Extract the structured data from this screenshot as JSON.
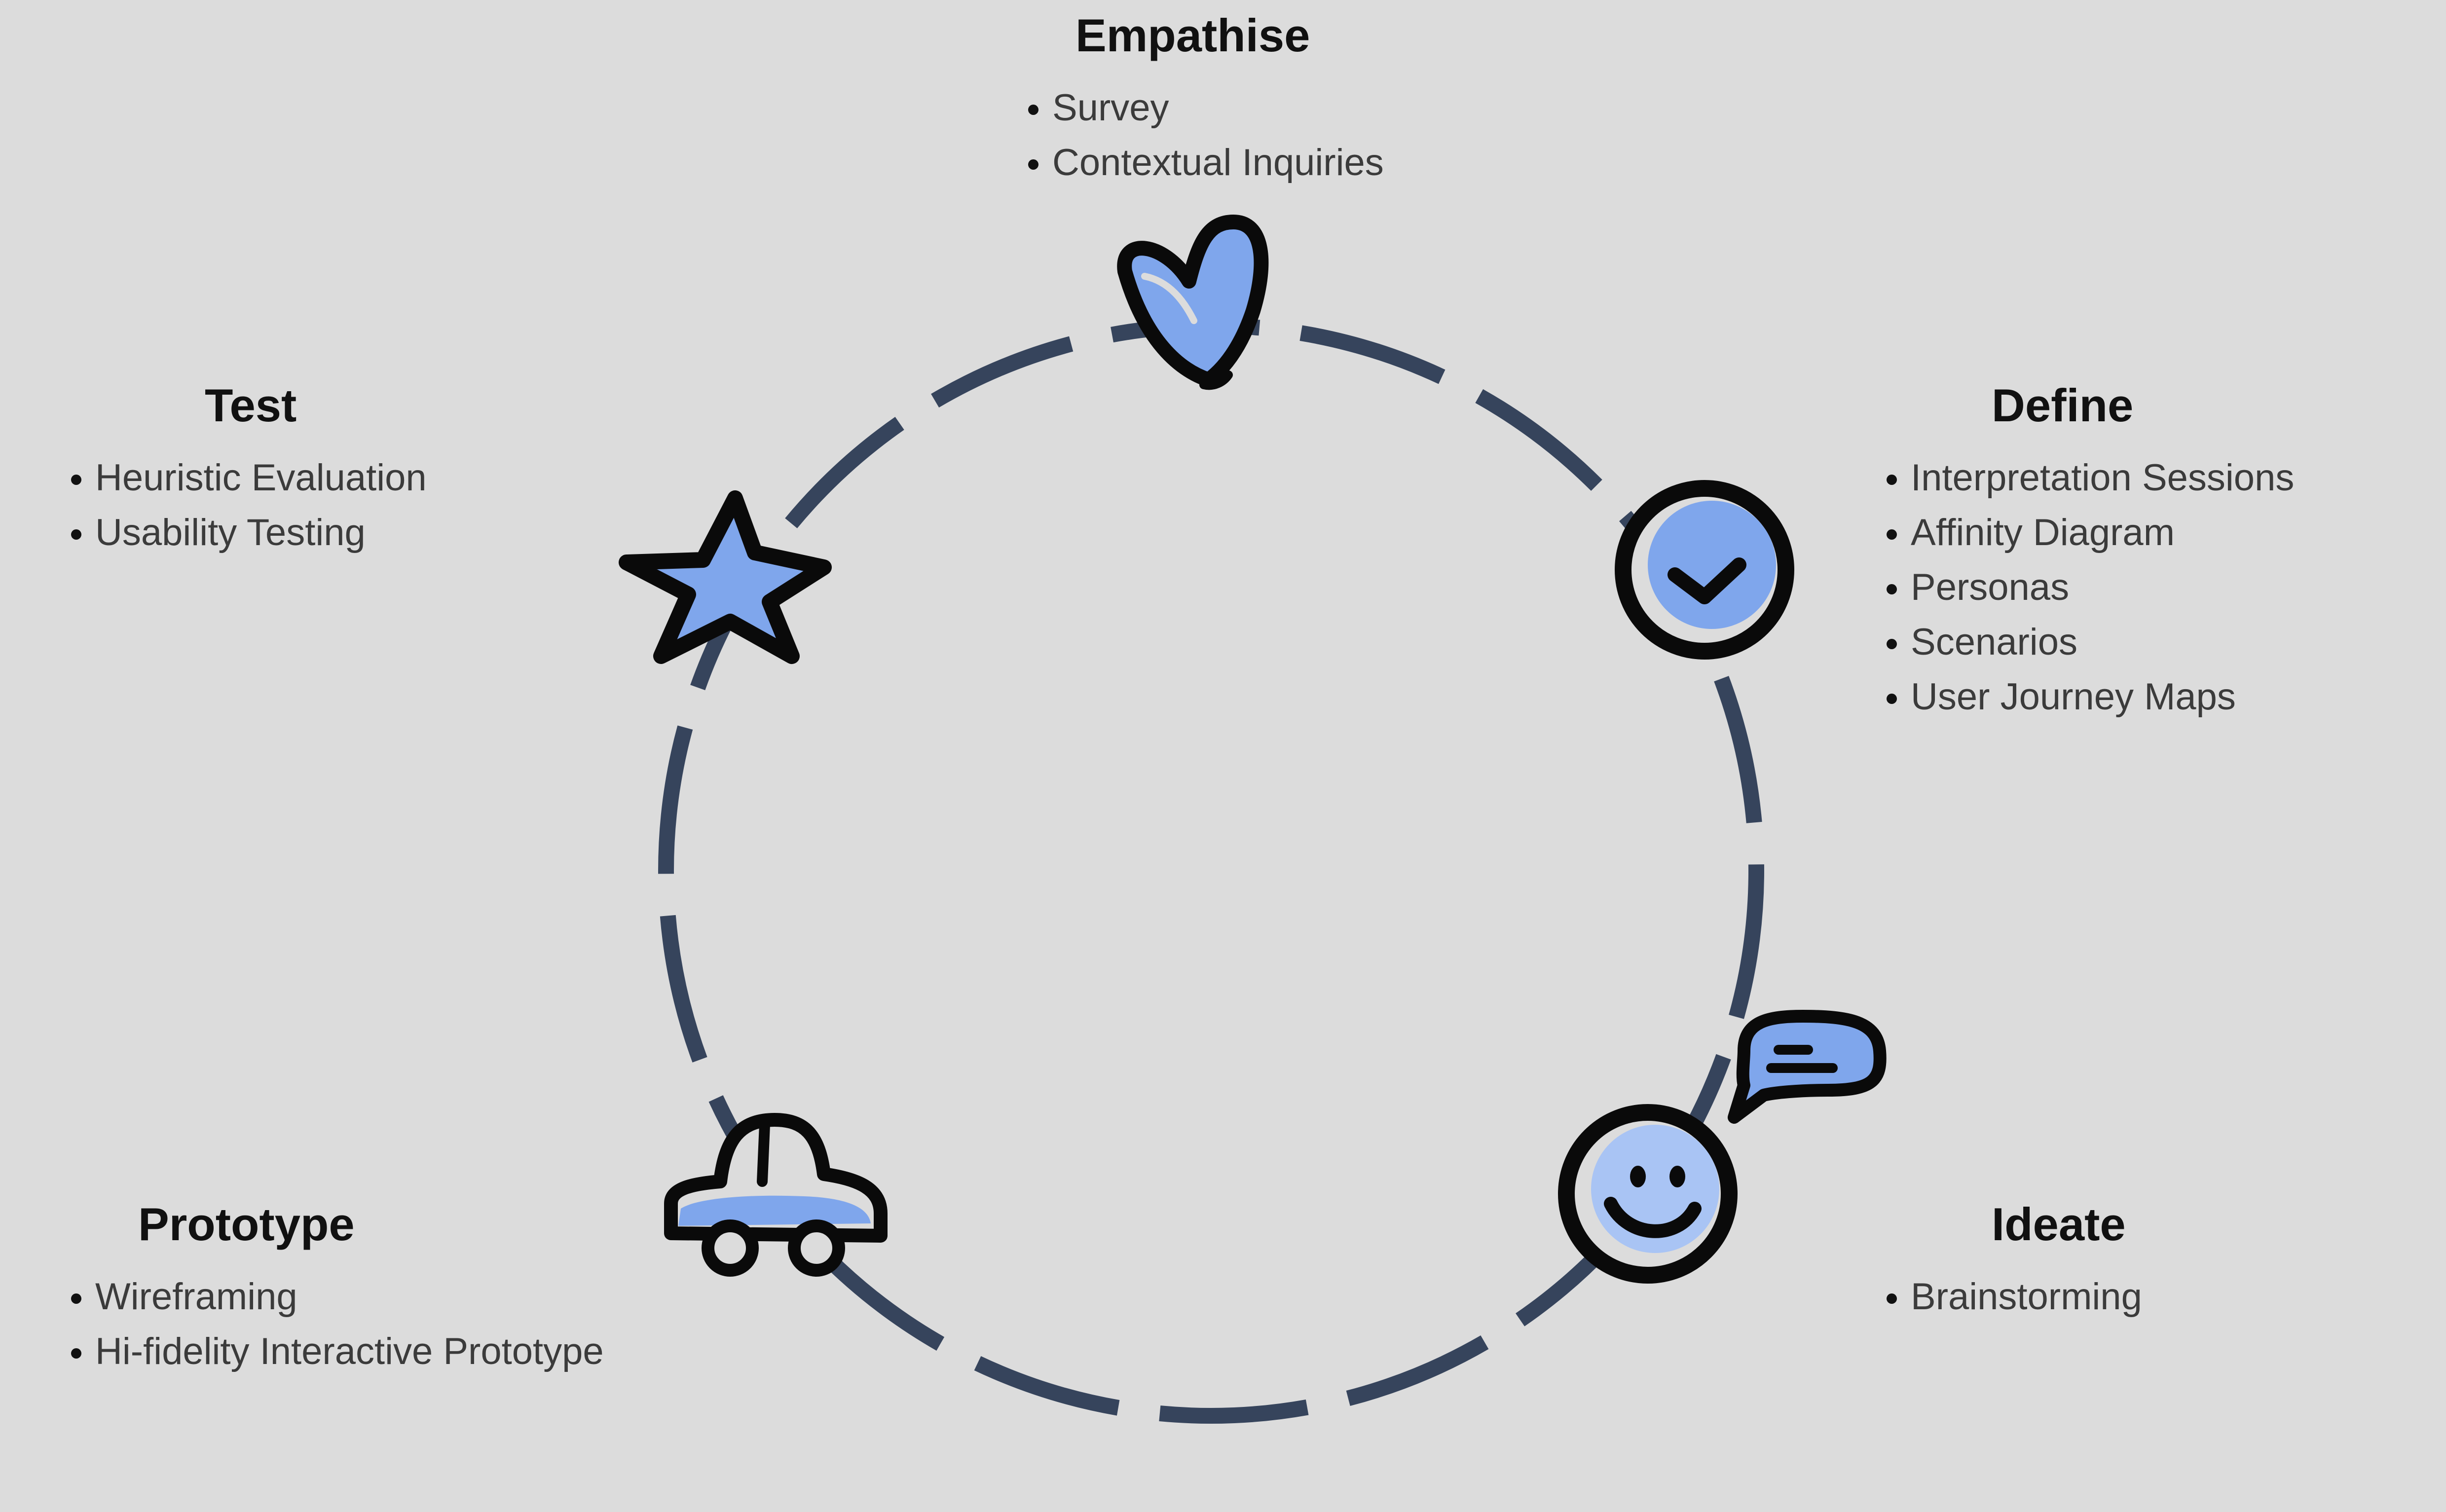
{
  "colors": {
    "background": "#dcdcdc",
    "ring": "#36445c",
    "icon_fill": "#7fa6ec",
    "icon_fill_light": "#a9c4f4",
    "outline": "#0a0a0a",
    "title_text": "#111111",
    "list_text": "#3b3b3b"
  },
  "stages": {
    "empathise": {
      "title": "Empathise",
      "icon": "heart-icon",
      "items": [
        "Survey",
        "Contextual Inquiries"
      ]
    },
    "define": {
      "title": "Define",
      "icon": "clock-check-icon",
      "items": [
        "Interpretation Sessions",
        "Affinity Diagram",
        "Personas",
        "Scenarios",
        "User Journey Maps"
      ]
    },
    "ideate": {
      "title": "Ideate",
      "icon": "smiley-speech-bubble-icon",
      "items": [
        "Brainstorming"
      ]
    },
    "prototype": {
      "title": "Prototype",
      "icon": "car-icon",
      "items": [
        "Wireframing",
        "Hi-fidelity Interactive Prototype"
      ]
    },
    "test": {
      "title": "Test",
      "icon": "star-icon",
      "items": [
        "Heuristic Evaluation",
        "Usability Testing"
      ]
    }
  }
}
